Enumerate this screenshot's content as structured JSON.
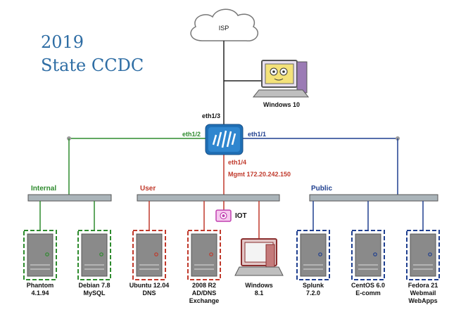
{
  "title": {
    "line1": "2019",
    "line2": "State CCDC"
  },
  "isp": {
    "label": "ISP"
  },
  "top_host": {
    "label": "Windows 10"
  },
  "firewall": {
    "port_top": "eth1/3",
    "port_left": "eth1/2",
    "port_right": "eth1/1",
    "port_bottom": "eth1/4",
    "mgmt": "Mgmt 172.20.242.150"
  },
  "segments": [
    {
      "name": "Internal",
      "color": "#2e8b2e"
    },
    {
      "name": "User",
      "color": "#c0392b"
    },
    {
      "name": "Public",
      "color": "#1f3f8f"
    }
  ],
  "iot": {
    "label": "IOT"
  },
  "hosts": [
    {
      "line1": "Phantom",
      "line2": "4.1.94",
      "line3": ""
    },
    {
      "line1": "Debian 7.8",
      "line2": "MySQL",
      "line3": ""
    },
    {
      "line1": "Ubuntu 12.04",
      "line2": "DNS",
      "line3": ""
    },
    {
      "line1": "2008 R2",
      "line2": "AD/DNS",
      "line3": "Exchange"
    },
    {
      "line1": "Windows",
      "line2": "8.1",
      "line3": ""
    },
    {
      "line1": "Splunk",
      "line2": "7.2.0",
      "line3": ""
    },
    {
      "line1": "CentOS 6.0",
      "line2": "E-comm",
      "line3": ""
    },
    {
      "line1": "Fedora 21",
      "line2": "Webmail",
      "line3": "WebApps"
    }
  ]
}
